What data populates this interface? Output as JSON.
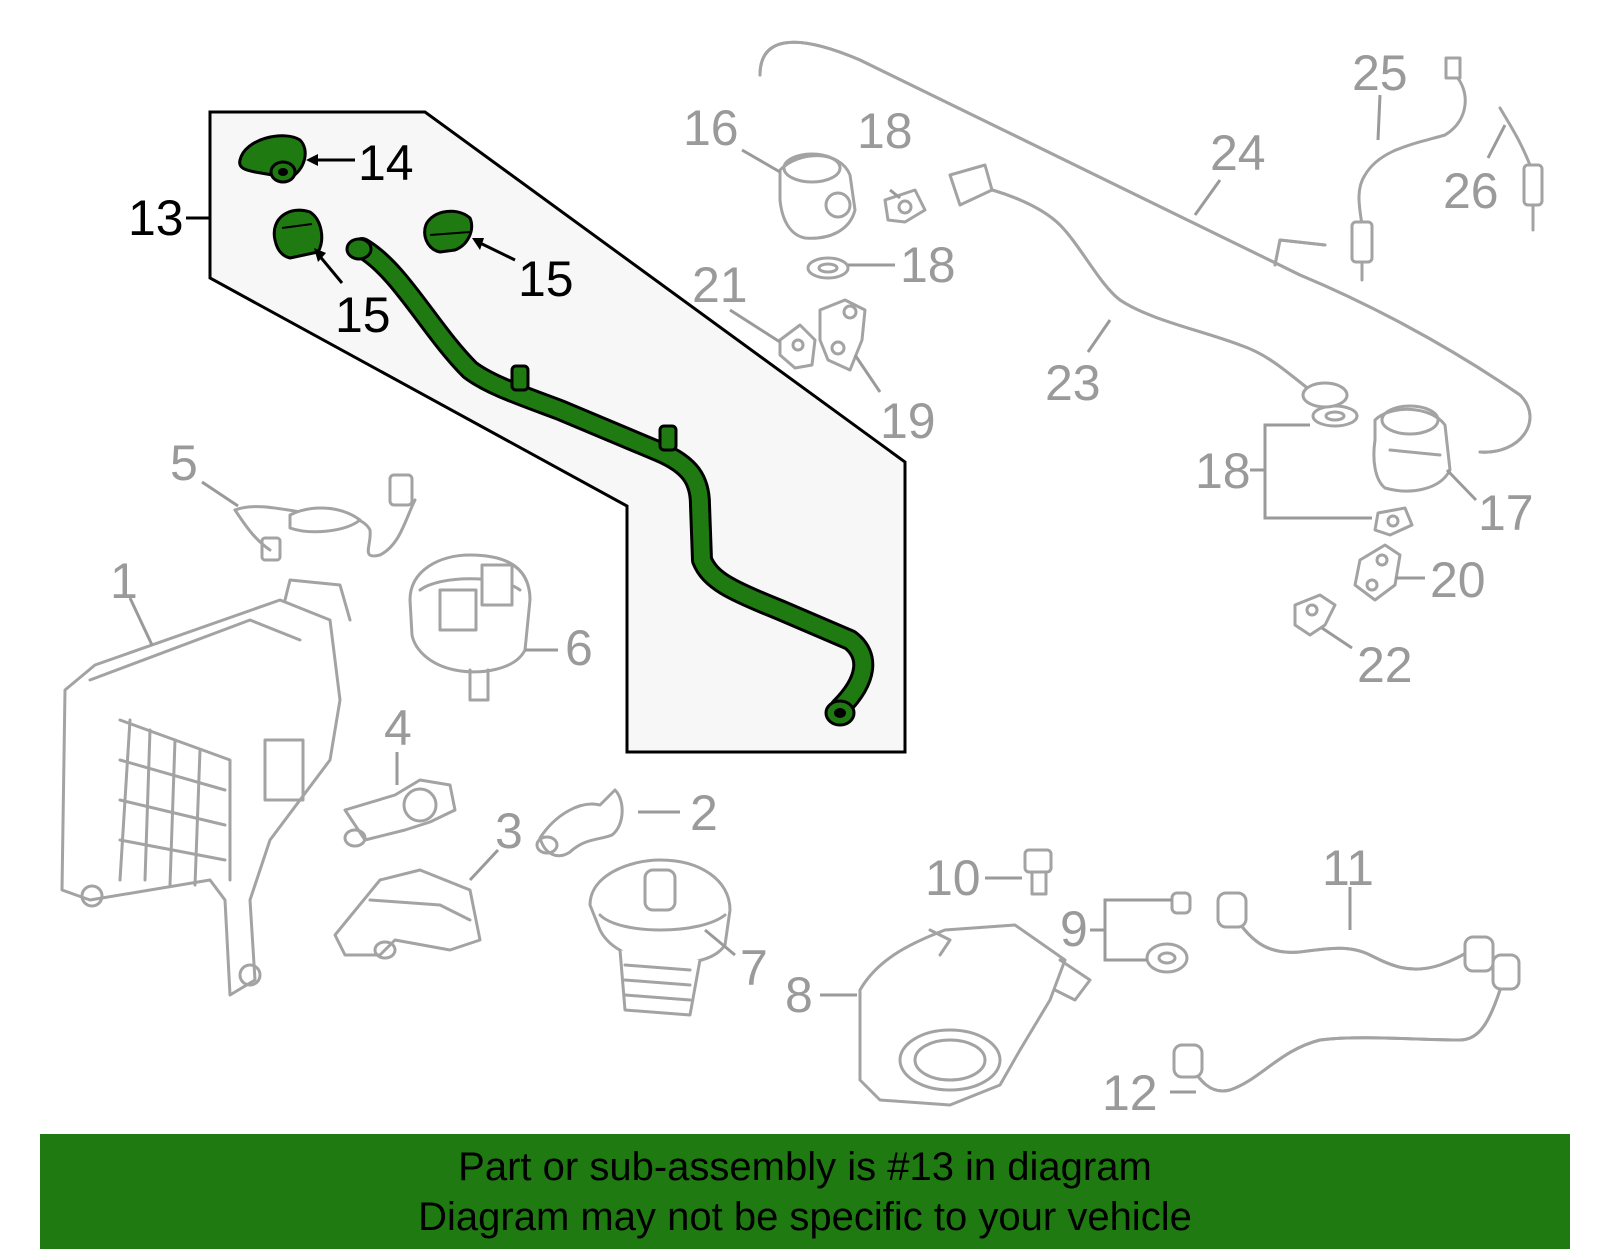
{
  "colors": {
    "highlight_green": "#1f7a12",
    "line_grey": "#a3a3a3",
    "callout_grey": "#9a9a9a",
    "panel_fill": "#f7f7f7",
    "outline_black": "#000000"
  },
  "callouts": {
    "c1": "1",
    "c2": "2",
    "c3": "3",
    "c4": "4",
    "c5": "5",
    "c6": "6",
    "c7": "7",
    "c8": "8",
    "c9": "9",
    "c10": "10",
    "c11": "11",
    "c12": "12",
    "c13": "13",
    "c14": "14",
    "c15a": "15",
    "c15b": "15",
    "c16": "16",
    "c17": "17",
    "c18a": "18",
    "c18b": "18",
    "c18c": "18",
    "c19": "19",
    "c20": "20",
    "c21": "21",
    "c22": "22",
    "c23": "23",
    "c24": "24",
    "c25": "25",
    "c26": "26"
  },
  "banner": {
    "line1": "Part or sub-assembly is #13 in diagram",
    "line2": "Diagram may not be specific to your vehicle"
  }
}
